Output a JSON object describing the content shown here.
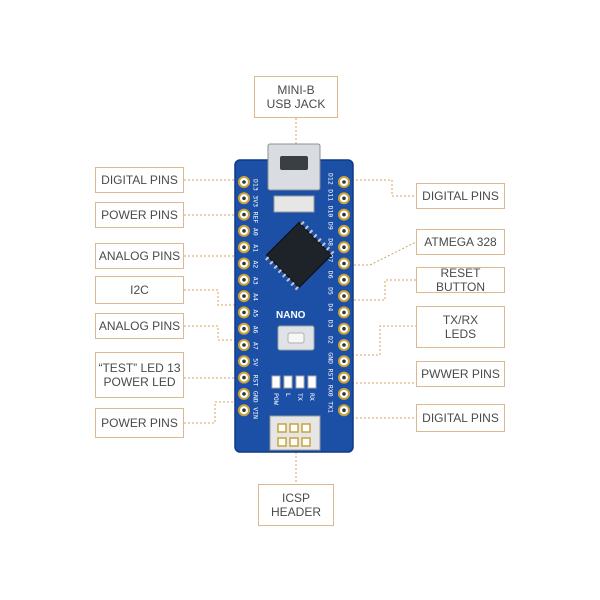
{
  "labels": {
    "usb": [
      "MINI-B",
      "USB JACK"
    ],
    "digital_left": "DIGITAL PINS",
    "power_left": "POWER PINS",
    "analog_left_1": "ANALOG PINS",
    "i2c": "I2C",
    "analog_left_2": "ANALOG PINS",
    "test_led": [
      "“TEST” LED 13",
      "POWER LED"
    ],
    "power_left_2": "POWER PINS",
    "icsp": [
      "ICSP",
      "HEADER"
    ],
    "digital_right_1": "DIGITAL PINS",
    "atmega": "ATMEGA 328",
    "reset": "RESET BUTTON",
    "txrx": [
      "TX/RX",
      "LEDS"
    ],
    "power_right": "PWWER PINS",
    "digital_right_2": "DIGITAL PINS"
  },
  "board": {
    "name": "NANO",
    "pins_left": [
      "D13",
      "3V3",
      "REF",
      "A0",
      "A1",
      "A2",
      "A3",
      "A4",
      "A5",
      "A6",
      "A7",
      "5V",
      "RST",
      "GND",
      "VIN"
    ],
    "pins_right": [
      "D12",
      "D11",
      "D10",
      "D9",
      "D8",
      "D7",
      "D6",
      "D5",
      "D4",
      "D3",
      "D2",
      "GND",
      "RST",
      "RX0",
      "TX1"
    ],
    "led_labels": [
      "POW",
      "L",
      "TX",
      "RX"
    ],
    "colors": {
      "pcb": "#1c4fa6",
      "pcb_edge": "#0f3a82",
      "pad": "#c9a23a",
      "dashed": "#d9a060",
      "border": "#d9b892"
    }
  }
}
